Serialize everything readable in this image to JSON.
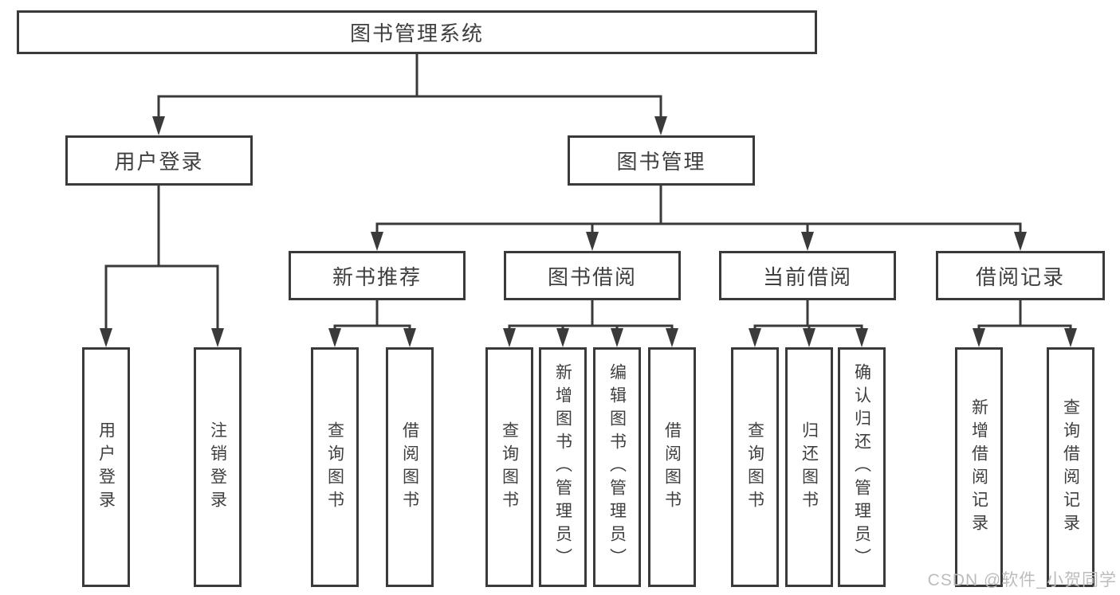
{
  "tree": {
    "root": "图书管理系统",
    "children": [
      {
        "label": "用户登录",
        "children": [
          "用户登录",
          "注销登录"
        ]
      },
      {
        "label": "图书管理",
        "children": [
          {
            "label": "新书推荐",
            "children": [
              "查询图书",
              "借阅图书"
            ]
          },
          {
            "label": "图书借阅",
            "children": [
              "查询图书",
              "新增图书（管理员）",
              "编辑图书（管理员）",
              "借阅图书"
            ]
          },
          {
            "label": "当前借阅",
            "children": [
              "查询图书",
              "归还图书",
              "确认归还（管理员）"
            ]
          },
          {
            "label": "借阅记录",
            "children": [
              "新增借阅记录",
              "查询借阅记录"
            ]
          }
        ]
      }
    ]
  },
  "watermark": {
    "text": "CSDN @软件_小贺同学"
  },
  "colors": {
    "line": "#3a3a3a",
    "text": "#3f3f3f",
    "background": "#ffffff",
    "watermark": "#bcbcbc"
  }
}
